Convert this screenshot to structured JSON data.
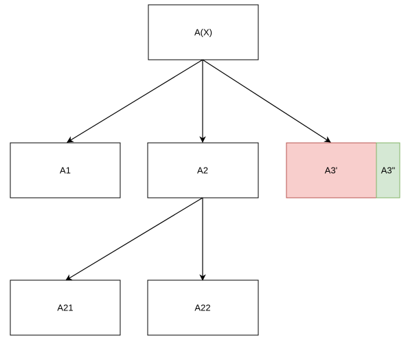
{
  "nodes": {
    "root": {
      "label": "A(X)",
      "fill": "#ffffff"
    },
    "a1": {
      "label": "A1",
      "fill": "#ffffff"
    },
    "a2": {
      "label": "A2",
      "fill": "#ffffff"
    },
    "a3_prime": {
      "label": "A3'",
      "fill": "#f8cecc",
      "stroke": "#b85450"
    },
    "a3_double_prime": {
      "label": "A3\"",
      "fill": "#d5e8d4",
      "stroke": "#82b366"
    },
    "a21": {
      "label": "A21",
      "fill": "#ffffff"
    },
    "a22": {
      "label": "A22",
      "fill": "#ffffff"
    }
  },
  "edges": [
    {
      "from": "root",
      "to": "a1"
    },
    {
      "from": "root",
      "to": "a2"
    },
    {
      "from": "root",
      "to": "a3_prime"
    },
    {
      "from": "a2",
      "to": "a21"
    },
    {
      "from": "a2",
      "to": "a22"
    }
  ]
}
